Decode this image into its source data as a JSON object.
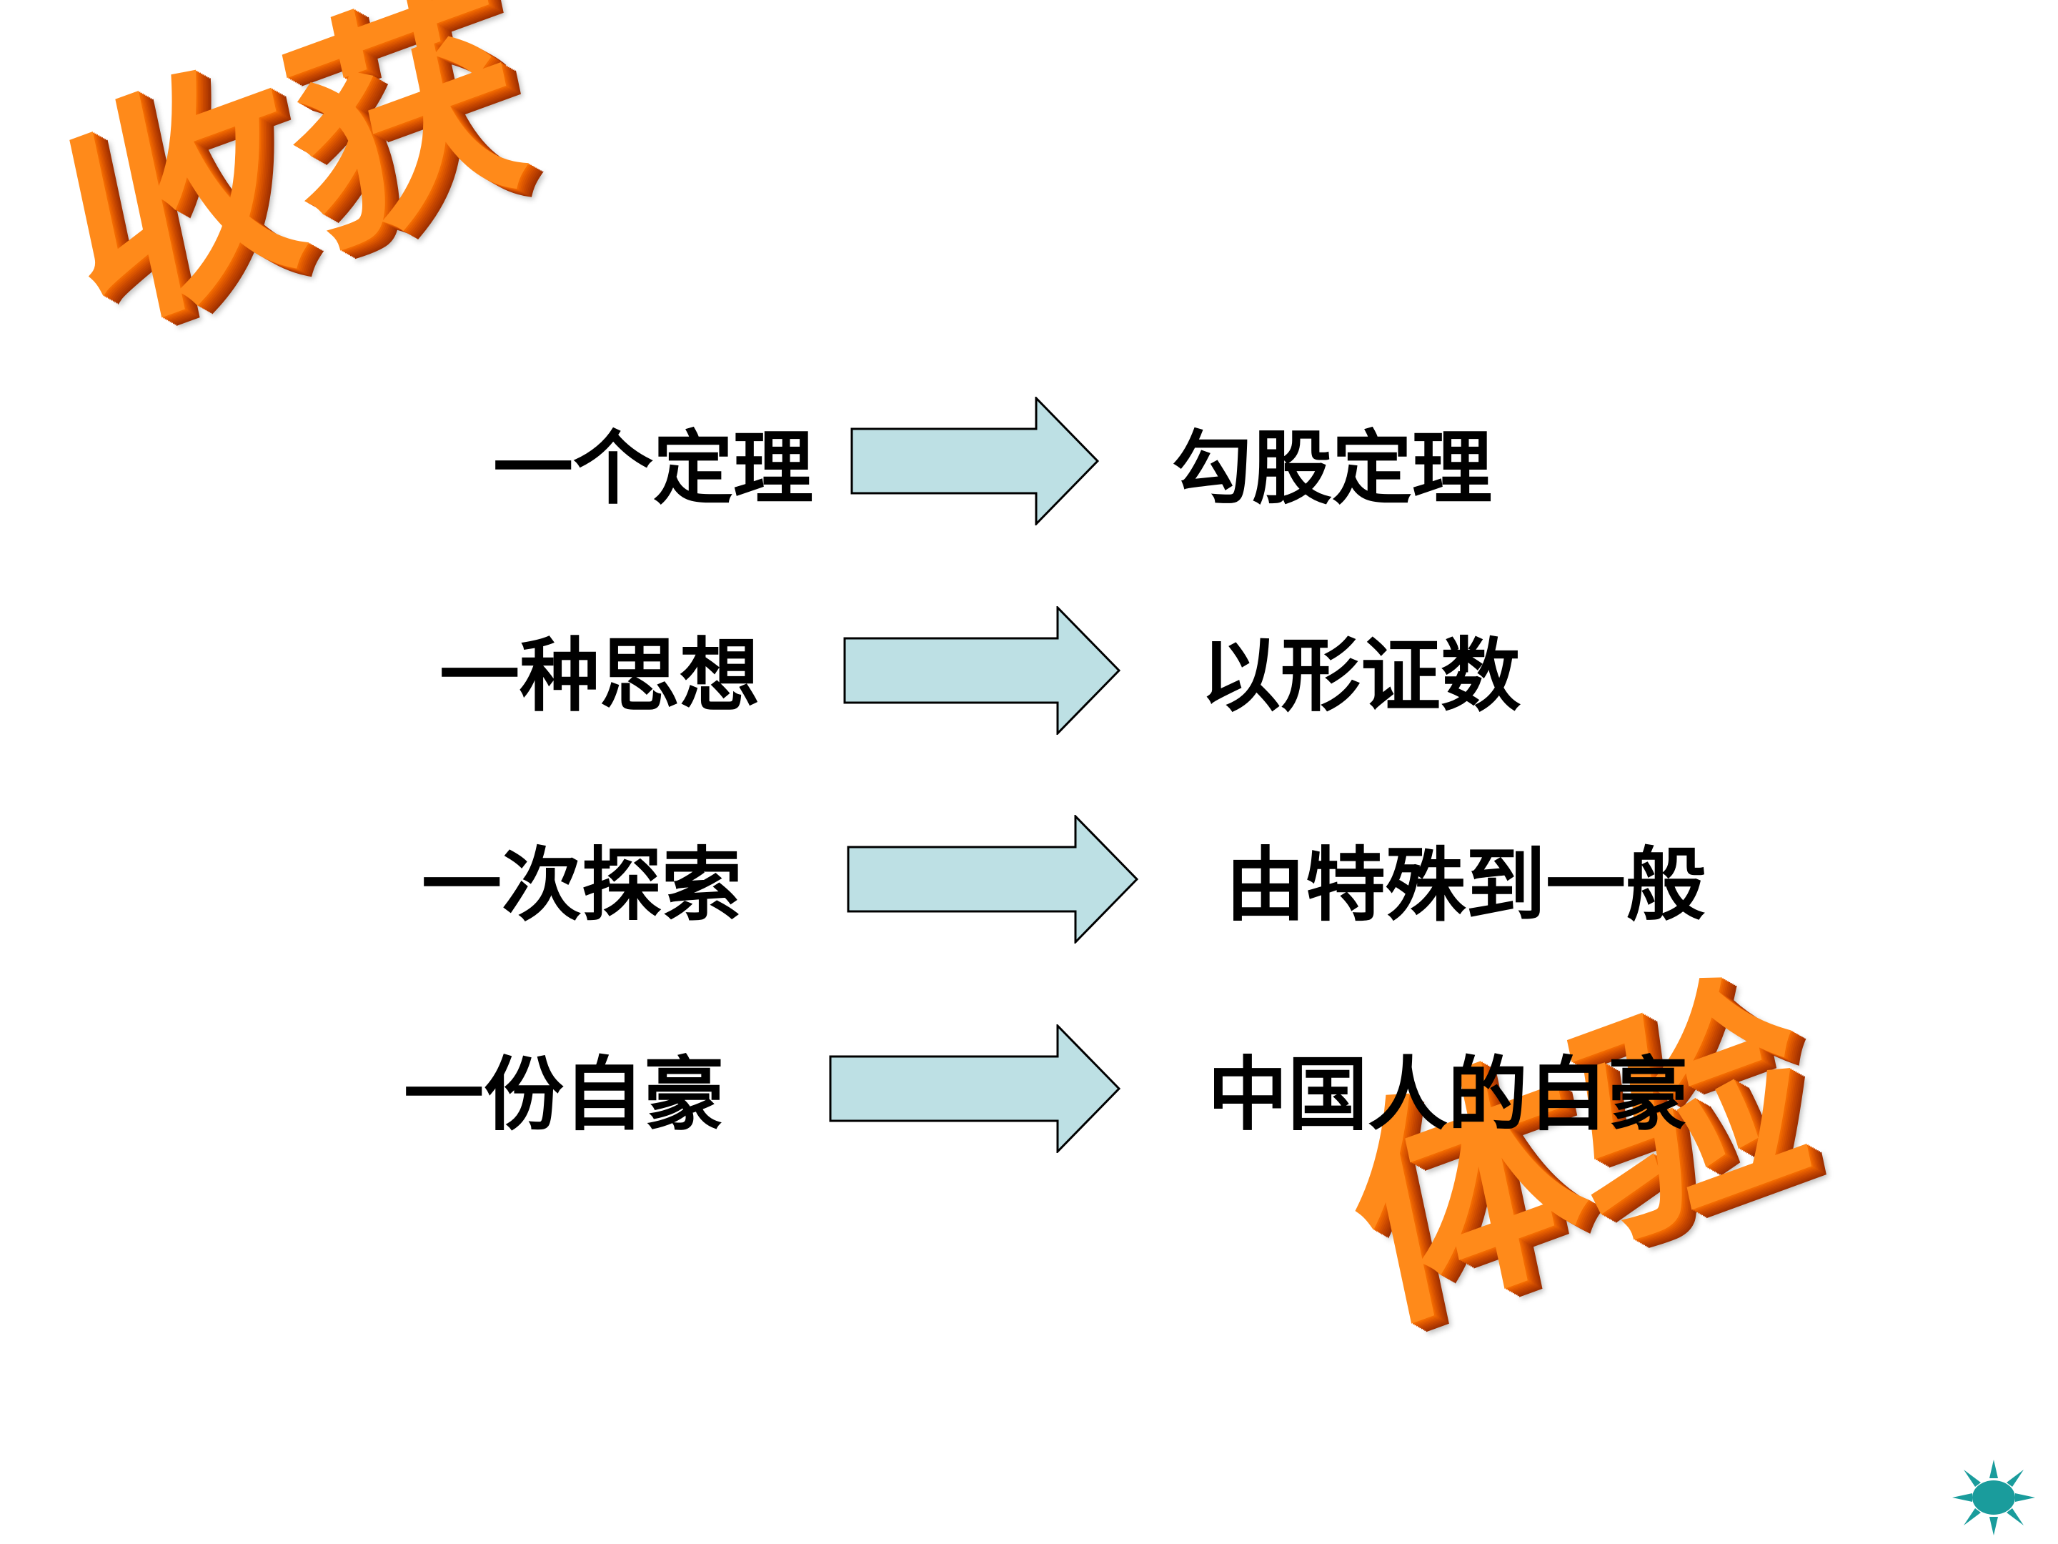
{
  "wordart": {
    "harvest": "收获",
    "experience": "体验"
  },
  "rows": [
    {
      "left": "一个定理",
      "right": "勾股定理"
    },
    {
      "left": "一种思想",
      "right": "以形证数"
    },
    {
      "left": "一次探索",
      "right": "由特殊到一般"
    },
    {
      "left": "一份自豪",
      "right": "中国人的自豪"
    }
  ],
  "colors": {
    "arrow_fill": "#bde0e4",
    "arrow_stroke": "#000000",
    "wordart_orange": "#ff7a10",
    "wordart_highlight": "#ffb400",
    "nav_icon": "#1a9c9c"
  },
  "icons": {
    "nav": "sun-icon"
  }
}
